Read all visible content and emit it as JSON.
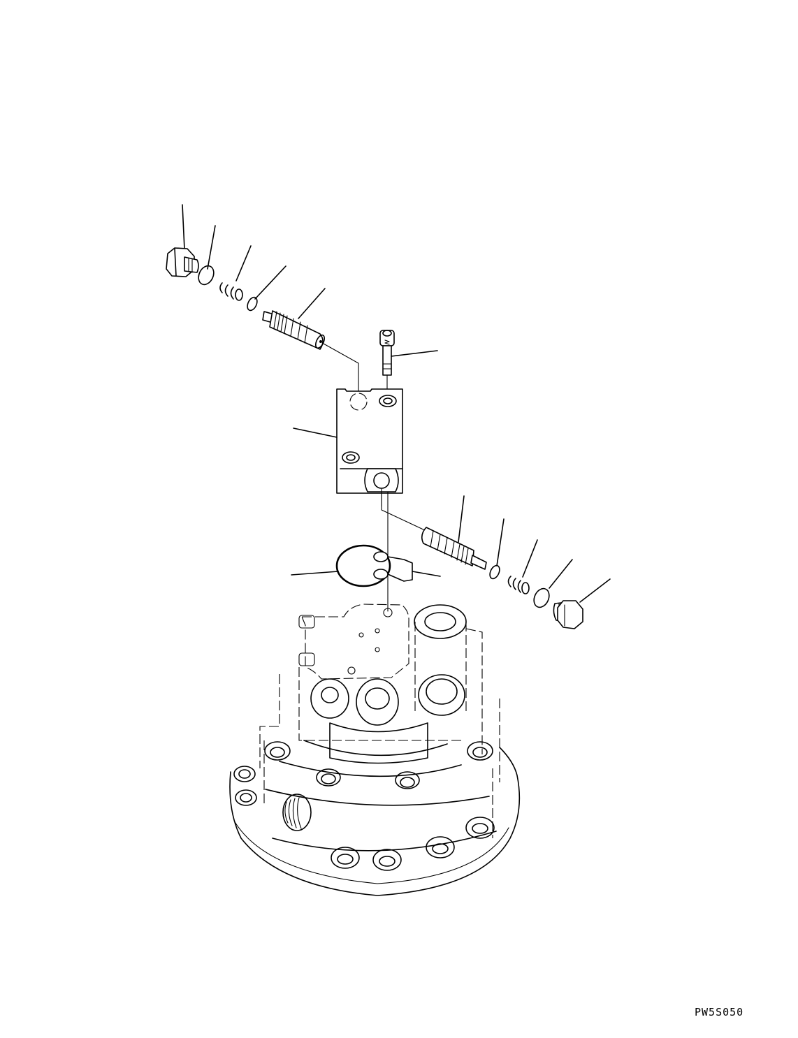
{
  "diagram": {
    "type": "exploded parts view",
    "subject": "valve block assembly mounted on motor housing",
    "drawing_code": "PW5S050",
    "colors": {
      "line": "#000000",
      "background": "#ffffff"
    },
    "parts": [
      {
        "id": "plug-upper",
        "name": "plug (hex)",
        "leader": true
      },
      {
        "id": "o-ring-upper-large",
        "name": "o-ring",
        "leader": true
      },
      {
        "id": "spring-upper",
        "name": "spring",
        "leader": true
      },
      {
        "id": "o-ring-upper-small",
        "name": "o-ring",
        "leader": true
      },
      {
        "id": "spool-upper",
        "name": "valve spool",
        "leader": true
      },
      {
        "id": "bolt",
        "name": "socket head bolt",
        "leader": true
      },
      {
        "id": "valve-block",
        "name": "valve block",
        "leader": true
      },
      {
        "id": "spool-lower",
        "name": "valve spool",
        "leader": true
      },
      {
        "id": "o-ring-lower-small",
        "name": "o-ring",
        "leader": true
      },
      {
        "id": "spring-lower",
        "name": "spring",
        "leader": true
      },
      {
        "id": "o-ring-lower-large",
        "name": "o-ring",
        "leader": true
      },
      {
        "id": "plug-lower",
        "name": "plug (hex)",
        "leader": true
      },
      {
        "id": "gasket",
        "name": "gasket / o-ring plate",
        "leader": true
      },
      {
        "id": "motor-housing",
        "name": "motor housing (reference, dashed)",
        "leader": false
      }
    ]
  }
}
